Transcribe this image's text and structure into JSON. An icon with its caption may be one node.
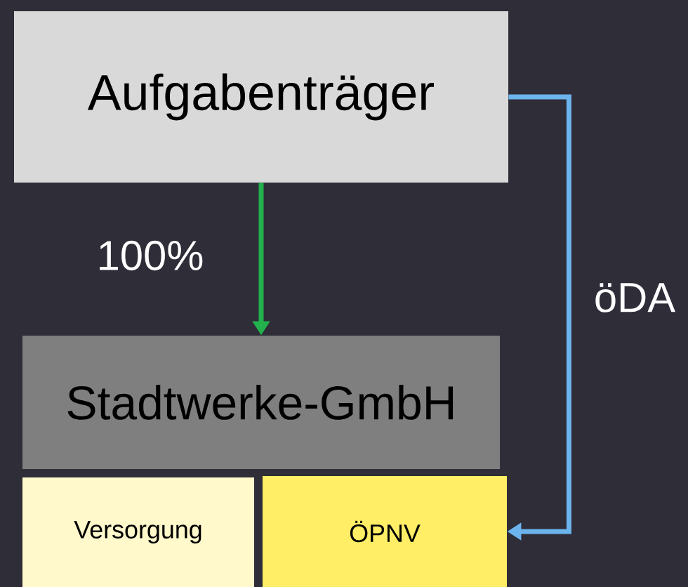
{
  "diagram": {
    "nodes": [
      {
        "text": [
          "Aufgabenträger"
        ]
      },
      {
        "text": [
          "Stadtwerke-GmbH"
        ]
      },
      {
        "text": [
          "Versorgung"
        ]
      },
      {
        "text": [
          "ÖPNV"
        ]
      }
    ],
    "edges": [
      {
        "from": 0,
        "to": 1,
        "arrow": "to",
        "label": "100%",
        "color": "#22b14c"
      },
      {
        "from": 0,
        "to": 3,
        "arrow": "to",
        "label": "öDA",
        "color": "#6cb4ee"
      }
    ]
  }
}
